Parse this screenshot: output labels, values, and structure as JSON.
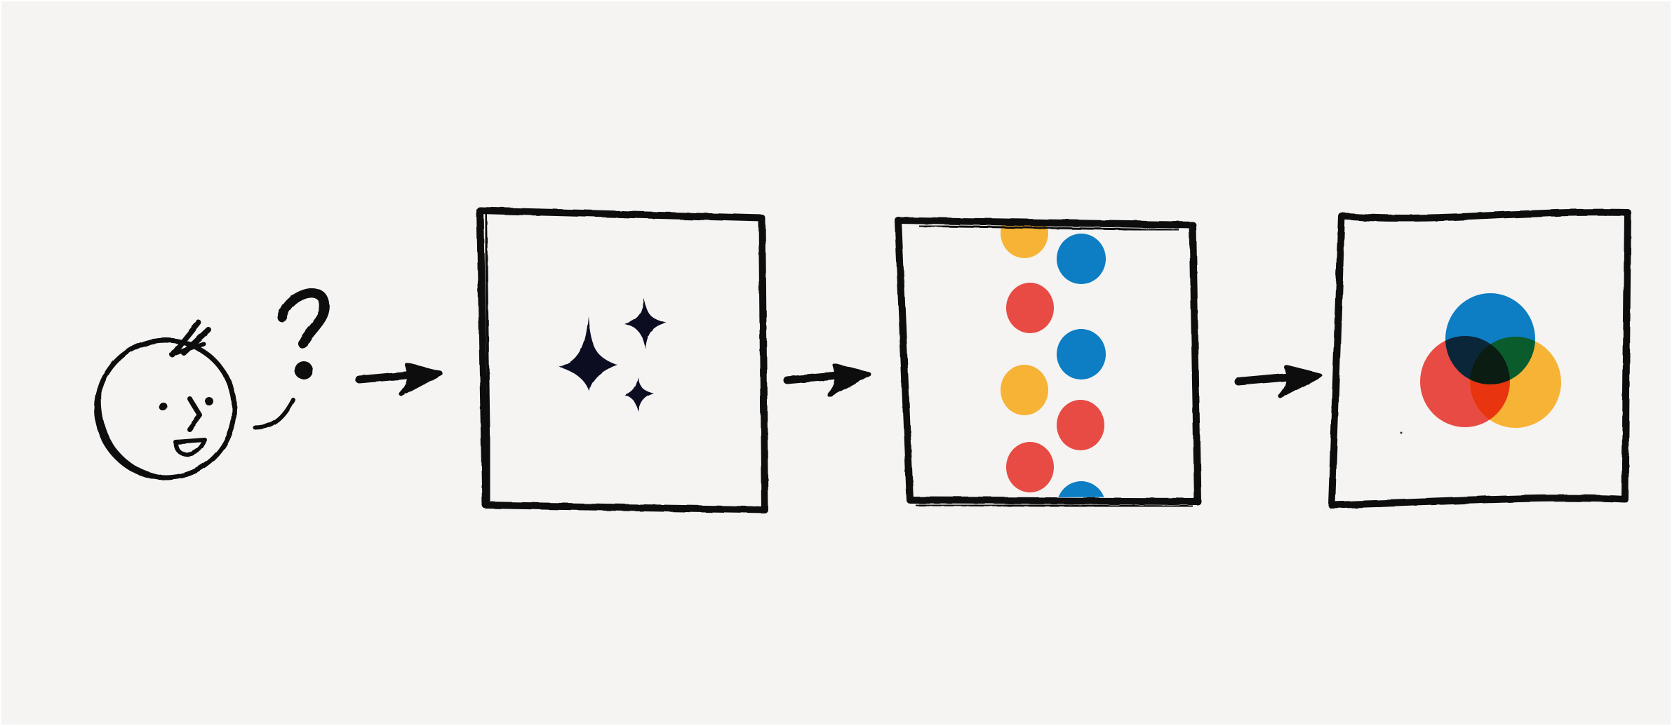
{
  "diagram": {
    "description": "Hand-drawn process sketch: a curious person asks a question, it passes through an AI/magic step, becomes a set of varied colored items, and results in a synthesized overlapping combination.",
    "background_color": "#f5f4f2",
    "ink_color": "#111111",
    "steps": [
      {
        "id": "person",
        "label": "Curious person with question",
        "elements": [
          "face",
          "hair-tuft",
          "eyes",
          "nose",
          "smile",
          "speech-stroke",
          "question-mark"
        ]
      },
      {
        "id": "magic",
        "label": "Sparkles (AI / magic processing)",
        "elements": [
          "sparkle-large",
          "sparkle-medium",
          "sparkle-small"
        ],
        "sparkle_color": "#0a0a22"
      },
      {
        "id": "options",
        "label": "Many varied colored dots",
        "dots": {
          "left_column": [
            "yellow",
            "red",
            "yellow",
            "red"
          ],
          "right_column": [
            "blue",
            "blue",
            "red",
            "blue"
          ]
        }
      },
      {
        "id": "synthesis",
        "label": "Overlapping colored circles (Venn)",
        "circles": [
          "blue",
          "red",
          "yellow"
        ],
        "overlaps": {
          "blue_red": "#0b2638",
          "blue_yellow": "#0b5c2c",
          "red_yellow": "#e8340f",
          "all_three": "#0b1c12"
        }
      }
    ],
    "arrows": [
      {
        "from": "person",
        "to": "magic"
      },
      {
        "from": "magic",
        "to": "options"
      },
      {
        "from": "options",
        "to": "synthesis"
      }
    ],
    "colors": {
      "yellow": "#f6b335",
      "red": "#e84a44",
      "blue": "#0d7dc4"
    }
  }
}
